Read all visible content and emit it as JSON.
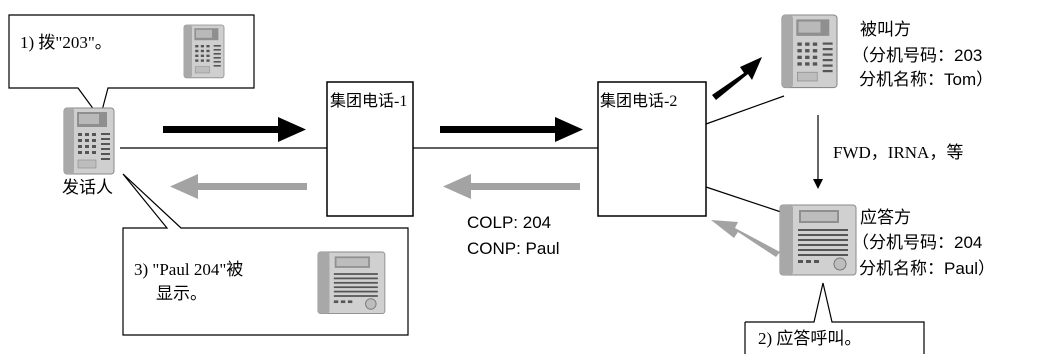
{
  "caller": {
    "label": "发话人"
  },
  "callee": {
    "title": "被叫方",
    "line1": "（分机号码：203",
    "line2": "分机名称：Tom）"
  },
  "answerer": {
    "title": "应答方",
    "line1": "（分机号码：204",
    "line2": "分机名称：Paul）"
  },
  "pbx1": {
    "label": "集团电话-1"
  },
  "pbx2": {
    "label": "集团电话-2"
  },
  "callouts": {
    "dial": "1) 拨\"203\"。",
    "answer": "2) 应答呼叫。",
    "display_line1": "3) \"Paul 204\"被",
    "display_line2": "显示。"
  },
  "forward_label": "FWD，IRNA，等",
  "colp": "COLP: 204",
  "conp": "CONP: Paul",
  "colors": {
    "forward_arrow": "#000000",
    "return_arrow": "#a3a3a3",
    "phone_body": "#d4d4d4",
    "phone_screen": "#9a9a9a"
  }
}
